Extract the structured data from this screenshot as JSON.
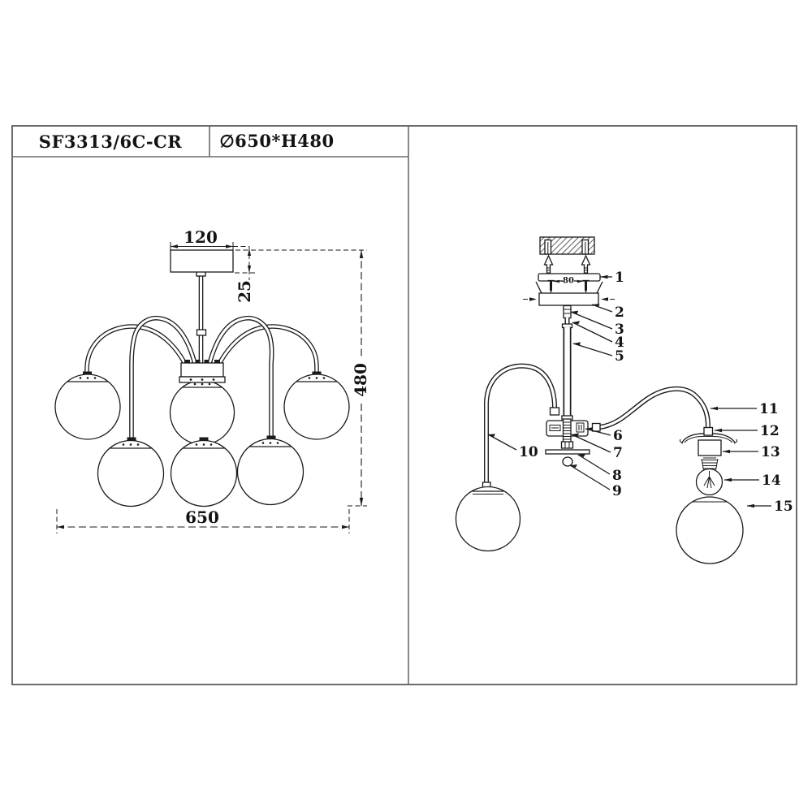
{
  "title_block": {
    "model": "SF3313/6C-CR",
    "size": "∅650*H480"
  },
  "left_view": {
    "canopy_width": "120",
    "canopy_height": "25",
    "fixture_height": "480",
    "fixture_width": "650"
  },
  "right_view": {
    "bracket_hole_spacing": "80",
    "part_numbers": [
      "1",
      "2",
      "3",
      "4",
      "5",
      "6",
      "7",
      "8",
      "9",
      "10",
      "11",
      "12",
      "13",
      "14",
      "15"
    ]
  }
}
